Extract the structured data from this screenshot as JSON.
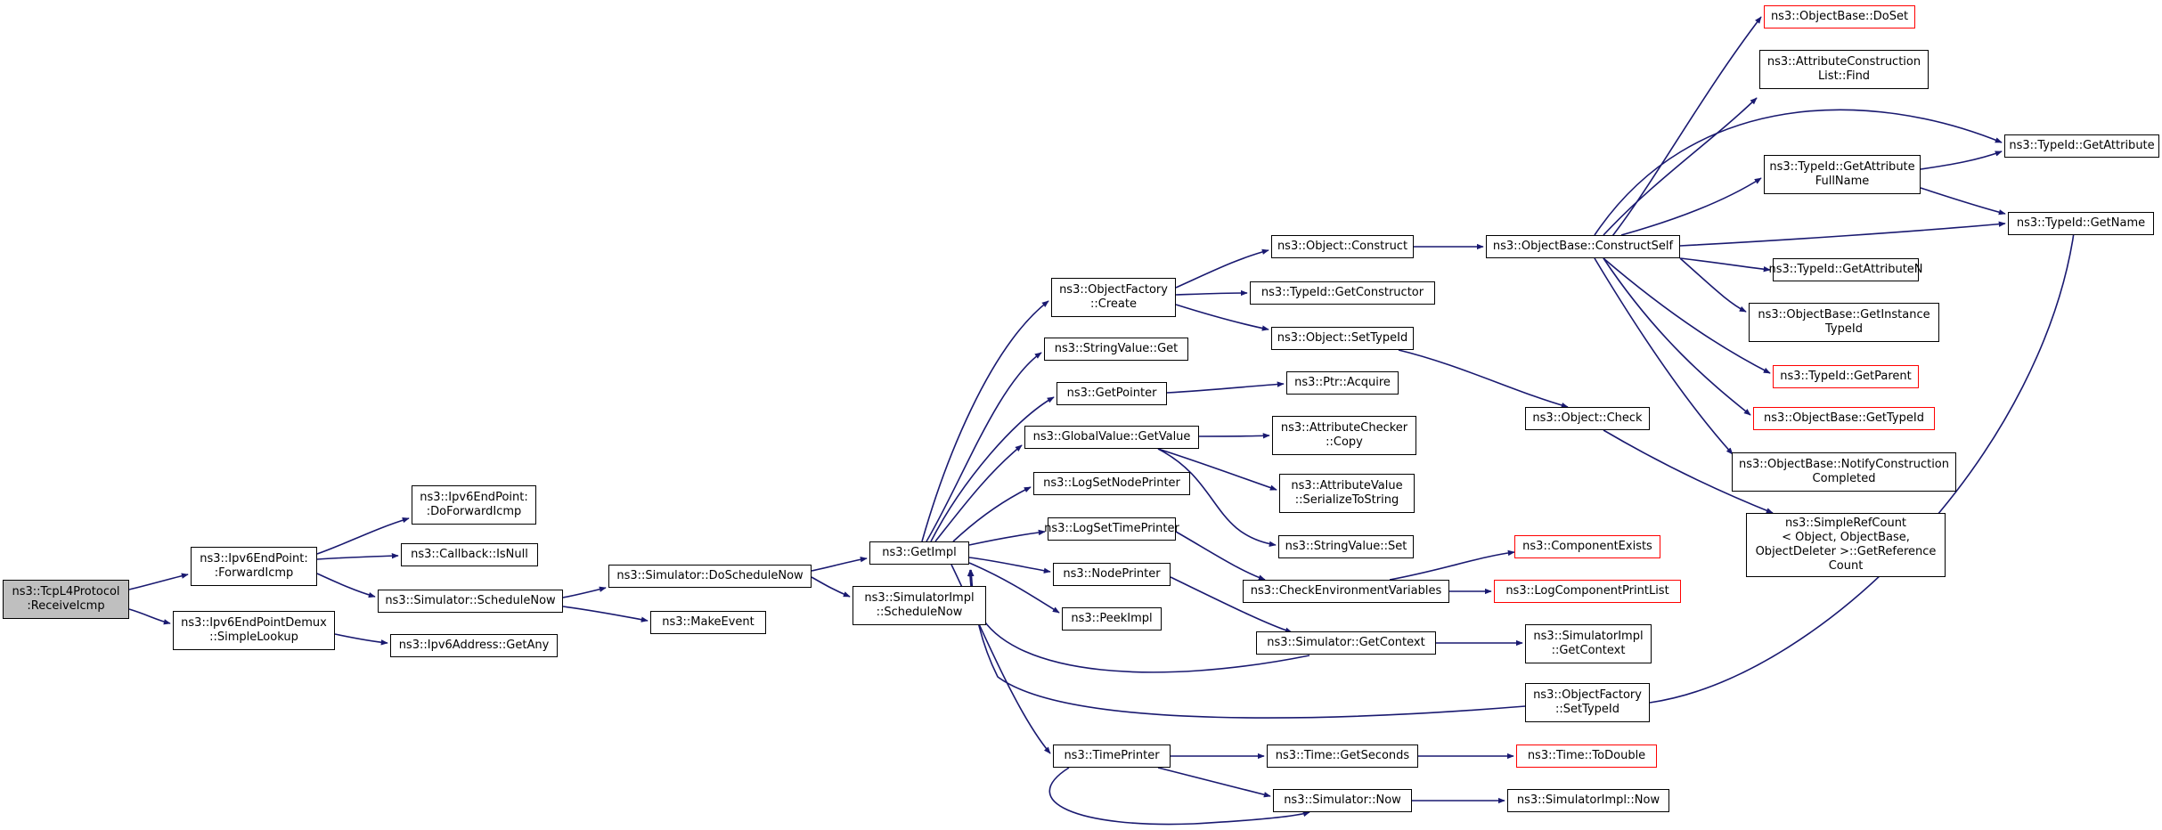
{
  "colors": {
    "edge": "#191970",
    "root_fill": "#bfbfbf",
    "truncated_border": "#ff0000"
  },
  "nodes": [
    {
      "id": "root",
      "label": [
        "ns3::TcpL4Protocol",
        ":ReceiveIcmp"
      ],
      "root": true
    },
    {
      "id": "fwd",
      "label": [
        "ns3::Ipv6EndPoint:",
        ":ForwardIcmp"
      ]
    },
    {
      "id": "demux",
      "label": [
        "ns3::Ipv6EndPointDemux",
        "::SimpleLookup"
      ]
    },
    {
      "id": "dofwd",
      "label": [
        "ns3::Ipv6EndPoint:",
        ":DoForwardIcmp"
      ]
    },
    {
      "id": "isnull",
      "label": [
        "ns3::Callback::IsNull"
      ]
    },
    {
      "id": "schednow",
      "label": [
        "ns3::Simulator::ScheduleNow"
      ]
    },
    {
      "id": "getany",
      "label": [
        "ns3::Ipv6Address::GetAny"
      ]
    },
    {
      "id": "doschednow",
      "label": [
        "ns3::Simulator::DoScheduleNow"
      ]
    },
    {
      "id": "makeevent",
      "label": [
        "ns3::MakeEvent"
      ]
    },
    {
      "id": "getimpl",
      "label": [
        "ns3::GetImpl"
      ]
    },
    {
      "id": "simimplsched",
      "label": [
        "ns3::SimulatorImpl",
        "::ScheduleNow"
      ]
    },
    {
      "id": "ofcreate",
      "label": [
        "ns3::ObjectFactory",
        "::Create"
      ]
    },
    {
      "id": "svget",
      "label": [
        "ns3::StringValue::Get"
      ]
    },
    {
      "id": "getpointer",
      "label": [
        "ns3::GetPointer"
      ]
    },
    {
      "id": "gvget",
      "label": [
        "ns3::GlobalValue::GetValue"
      ]
    },
    {
      "id": "lognode",
      "label": [
        "ns3::LogSetNodePrinter"
      ]
    },
    {
      "id": "logtime",
      "label": [
        "ns3::LogSetTimePrinter"
      ]
    },
    {
      "id": "nodeprinter",
      "label": [
        "ns3::NodePrinter"
      ]
    },
    {
      "id": "peekimpl",
      "label": [
        "ns3::PeekImpl"
      ]
    },
    {
      "id": "timeprinter",
      "label": [
        "ns3::TimePrinter"
      ]
    },
    {
      "id": "objconstruct",
      "label": [
        "ns3::Object::Construct"
      ]
    },
    {
      "id": "getctor",
      "label": [
        "ns3::TypeId::GetConstructor"
      ]
    },
    {
      "id": "settypeid",
      "label": [
        "ns3::Object::SetTypeId"
      ]
    },
    {
      "id": "ptracq",
      "label": [
        "ns3::Ptr::Acquire"
      ]
    },
    {
      "id": "acopy",
      "label": [
        "ns3::AttributeChecker",
        "::Copy"
      ]
    },
    {
      "id": "aser",
      "label": [
        "ns3::AttributeValue",
        "::SerializeToString"
      ]
    },
    {
      "id": "svset",
      "label": [
        "ns3::StringValue::Set"
      ]
    },
    {
      "id": "checkenv",
      "label": [
        "ns3::CheckEnvironmentVariables"
      ]
    },
    {
      "id": "simgetctx",
      "label": [
        "ns3::Simulator::GetContext"
      ]
    },
    {
      "id": "ofsettypeid",
      "label": [
        "ns3::ObjectFactory",
        "::SetTypeId"
      ]
    },
    {
      "id": "getseconds",
      "label": [
        "ns3::Time::GetSeconds"
      ]
    },
    {
      "id": "simnow",
      "label": [
        "ns3::Simulator::Now"
      ]
    },
    {
      "id": "constructself",
      "label": [
        "ns3::ObjectBase::ConstructSelf"
      ]
    },
    {
      "id": "objcheck",
      "label": [
        "ns3::Object::Check"
      ]
    },
    {
      "id": "compexists",
      "label": [
        "ns3::ComponentExists"
      ],
      "truncated": true
    },
    {
      "id": "logcomp",
      "label": [
        "ns3::LogComponentPrintList"
      ],
      "truncated": true
    },
    {
      "id": "simimplctx",
      "label": [
        "ns3::SimulatorImpl",
        "::GetContext"
      ]
    },
    {
      "id": "todouble",
      "label": [
        "ns3::Time::ToDouble"
      ],
      "truncated": true
    },
    {
      "id": "simimplnow",
      "label": [
        "ns3::SimulatorImpl::Now"
      ]
    },
    {
      "id": "doset",
      "label": [
        "ns3::ObjectBase::DoSet"
      ],
      "truncated": true
    },
    {
      "id": "acfind",
      "label": [
        "ns3::AttributeConstruction",
        "List::Find"
      ]
    },
    {
      "id": "getattrfull",
      "label": [
        "ns3::TypeId::GetAttribute",
        "FullName"
      ]
    },
    {
      "id": "getattrn",
      "label": [
        "ns3::TypeId::GetAttributeN"
      ]
    },
    {
      "id": "getinst",
      "label": [
        "ns3::ObjectBase::GetInstance",
        "TypeId"
      ]
    },
    {
      "id": "getparent",
      "label": [
        "ns3::TypeId::GetParent"
      ],
      "truncated": true
    },
    {
      "id": "obgettypeid",
      "label": [
        "ns3::ObjectBase::GetTypeId"
      ],
      "truncated": true
    },
    {
      "id": "notify",
      "label": [
        "ns3::ObjectBase::NotifyConstruction",
        "Completed"
      ]
    },
    {
      "id": "simplerefcount",
      "label": [
        "ns3::SimpleRefCount",
        "< Object, ObjectBase,",
        " ObjectDeleter >::GetReference",
        "Count"
      ]
    },
    {
      "id": "getattribute",
      "label": [
        "ns3::TypeId::GetAttribute"
      ]
    },
    {
      "id": "getname",
      "label": [
        "ns3::TypeId::GetName"
      ]
    }
  ]
}
